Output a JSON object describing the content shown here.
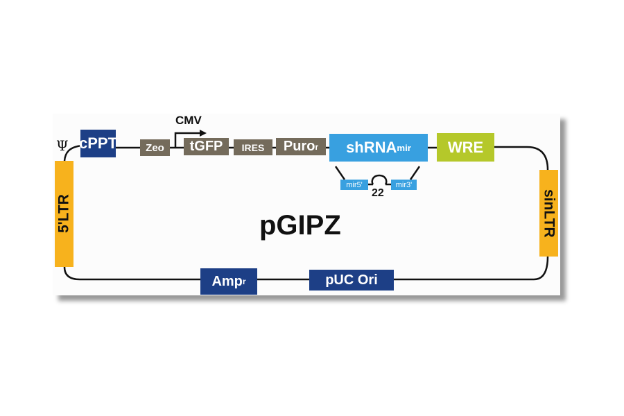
{
  "title": "pGIPZ",
  "elements": {
    "psi": "Ψ",
    "cppt": "cPPT",
    "zeo": "Zeo",
    "cmv": "CMV",
    "tgfp": "tGFP",
    "ires": "IRES",
    "puro": "Puro",
    "puro_sup": "r",
    "shrna": "shRNA",
    "shrna_sup": "mir",
    "wre": "WRE",
    "mir5": "mir5'",
    "mir3": "mir3'",
    "loop": "22",
    "ltr5": "5'LTR",
    "sinltr": "sinLTR",
    "amp": "Amp",
    "amp_sup": "r",
    "puc": "pUC Ori"
  },
  "colors": {
    "navy": "#1d3f86",
    "brown": "#746b5b",
    "blue": "#38a0e0",
    "green": "#b5c82a",
    "orange": "#f7b21d"
  }
}
